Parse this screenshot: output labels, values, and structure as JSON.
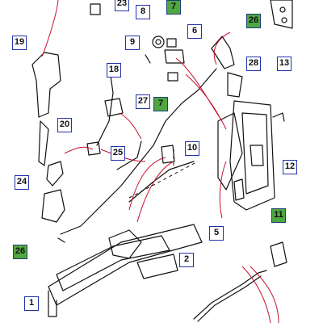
{
  "diagram": {
    "callouts": [
      {
        "id": "c23",
        "label": "23",
        "style": "plain"
      },
      {
        "id": "c8",
        "label": "8",
        "style": "plain"
      },
      {
        "id": "c7a",
        "label": "7",
        "style": "alt"
      },
      {
        "id": "c26a",
        "label": "26",
        "style": "alt"
      },
      {
        "id": "c19",
        "label": "19",
        "style": "plain"
      },
      {
        "id": "c9",
        "label": "9",
        "style": "plain"
      },
      {
        "id": "c6",
        "label": "6",
        "style": "plain"
      },
      {
        "id": "c18",
        "label": "18",
        "style": "plain"
      },
      {
        "id": "c28",
        "label": "28",
        "style": "plain"
      },
      {
        "id": "c13",
        "label": "13",
        "style": "plain"
      },
      {
        "id": "c27",
        "label": "27",
        "style": "plain"
      },
      {
        "id": "c7b",
        "label": "7",
        "style": "alt"
      },
      {
        "id": "c20",
        "label": "20",
        "style": "plain"
      },
      {
        "id": "c25",
        "label": "25",
        "style": "plain"
      },
      {
        "id": "c10",
        "label": "10",
        "style": "plain"
      },
      {
        "id": "c12",
        "label": "12",
        "style": "plain"
      },
      {
        "id": "c24",
        "label": "24",
        "style": "plain"
      },
      {
        "id": "c11",
        "label": "11",
        "style": "alt"
      },
      {
        "id": "c5",
        "label": "5",
        "style": "plain"
      },
      {
        "id": "c26b",
        "label": "26",
        "style": "alt"
      },
      {
        "id": "c2",
        "label": "2",
        "style": "plain"
      },
      {
        "id": "c1",
        "label": "1",
        "style": "plain"
      }
    ]
  }
}
